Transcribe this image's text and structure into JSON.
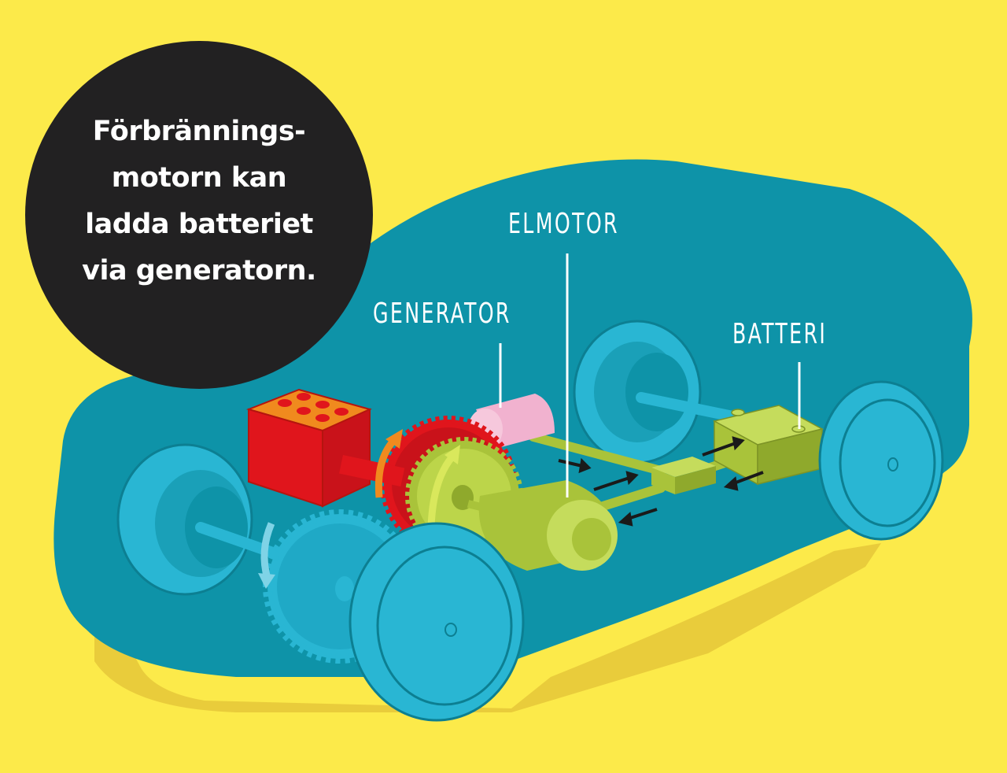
{
  "callout": {
    "lines": [
      "Förbrännings-",
      "motorn kan",
      "ladda batteriet",
      "via generatorn."
    ]
  },
  "labels": {
    "generator": "GENERATOR",
    "elmotor": "ELMOTOR",
    "batteri": "BATTERI"
  },
  "colors": {
    "background": "#fcea4a",
    "car_body": "#0e93a8",
    "wheel": "#29b6d3",
    "engine": "#e0151c",
    "engine_top": "#f08a1e",
    "gear_red": "#e0151c",
    "gear_green": "#a9c33a",
    "generator": "#f1b2cf",
    "motor": "#a9c33a",
    "callout": "#222122"
  }
}
